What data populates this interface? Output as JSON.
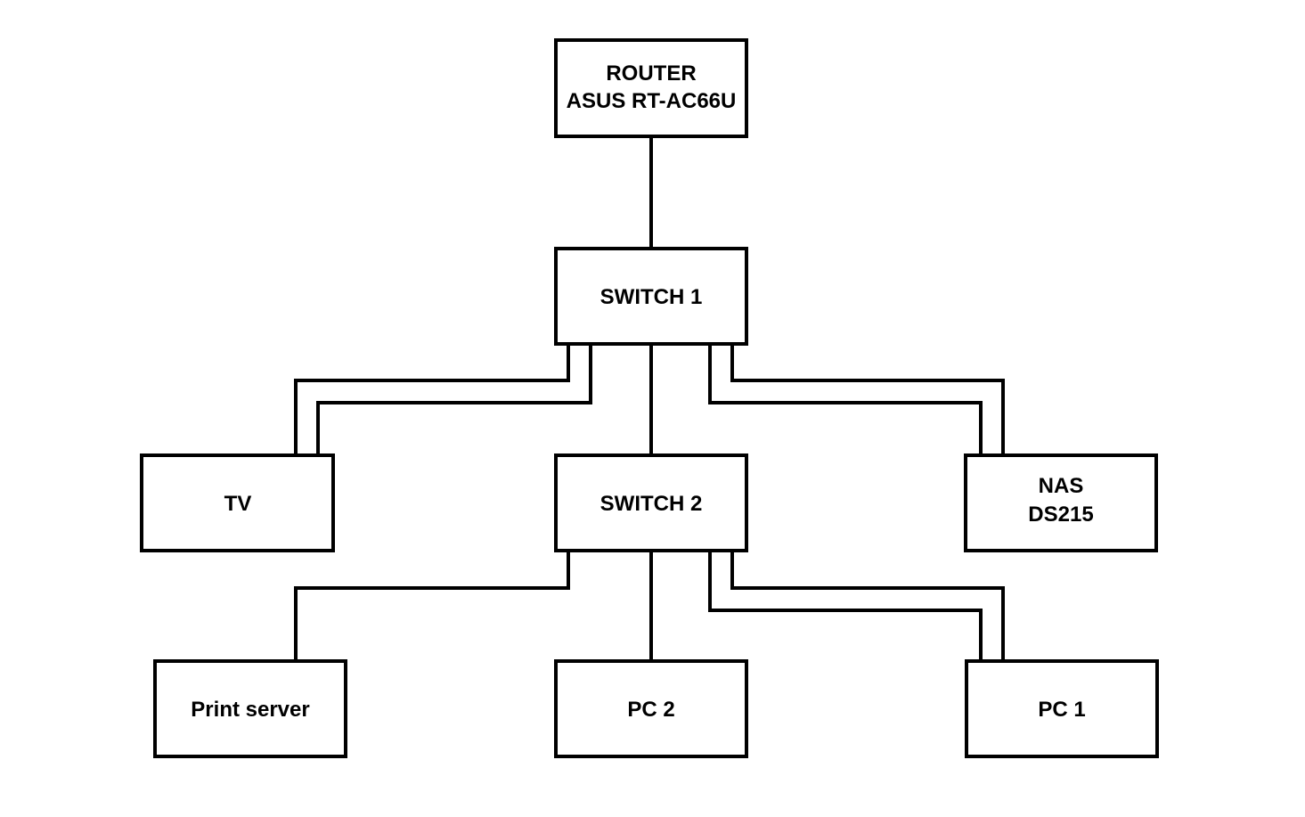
{
  "nodes": {
    "router": {
      "lines": [
        "ROUTER",
        "ASUS RT-AC66U"
      ]
    },
    "switch1": {
      "lines": [
        "SWITCH 1"
      ]
    },
    "switch2": {
      "lines": [
        "SWITCH 2"
      ]
    },
    "tv": {
      "lines": [
        "TV"
      ]
    },
    "nas": {
      "lines": [
        "NAS",
        "DS215"
      ]
    },
    "print_server": {
      "lines": [
        "Print server"
      ]
    },
    "pc2": {
      "lines": [
        "PC 2"
      ]
    },
    "pc1": {
      "lines": [
        "PC 1"
      ]
    }
  },
  "links": [
    {
      "from": "router",
      "to": "switch1",
      "cables": 1
    },
    {
      "from": "switch1",
      "to": "tv",
      "cables": 2
    },
    {
      "from": "switch1",
      "to": "switch2",
      "cables": 1
    },
    {
      "from": "switch1",
      "to": "nas",
      "cables": 2
    },
    {
      "from": "switch2",
      "to": "print_server",
      "cables": 1
    },
    {
      "from": "switch2",
      "to": "pc2",
      "cables": 1
    },
    {
      "from": "switch2",
      "to": "pc1",
      "cables": 2
    }
  ],
  "colors": {
    "line": "#000000",
    "box_fill": "#ffffff",
    "background": "#ffffff"
  }
}
